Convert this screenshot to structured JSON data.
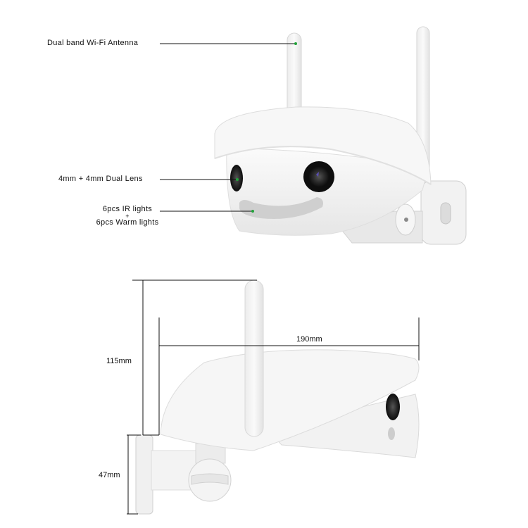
{
  "callouts": [
    {
      "id": "antenna",
      "label": "Dual band Wi-Fi Antenna"
    },
    {
      "id": "lens",
      "label": "4mm + 4mm Dual Lens"
    },
    {
      "id": "lights",
      "label_line1": "6pcs IR lights",
      "label_plus": "+",
      "label_line2": "6pcs Warm lights"
    }
  ],
  "dimensions": {
    "height_total": "115mm",
    "width": "190mm",
    "mount_height": "47mm"
  },
  "colors": {
    "callout_dot": "#22a33a",
    "line": "#111111",
    "body": "#f4f4f4",
    "shade": "#dcdcdc"
  }
}
